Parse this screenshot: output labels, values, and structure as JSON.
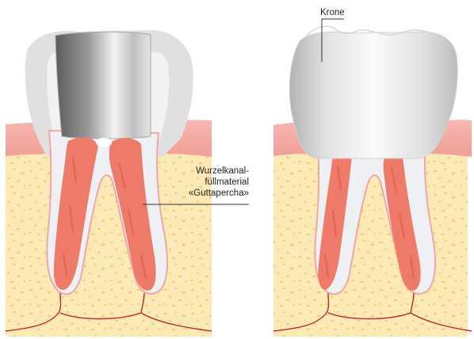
{
  "labels": {
    "crown": "Krone",
    "filling_line1": "Wurzelkanal-",
    "filling_line2": "füllmaterial",
    "filling_line3": "«Guttapercha»"
  },
  "colors": {
    "gum": "#f4a9a4",
    "bone": "#fbeab5",
    "bone_dots": "#f3cf7a",
    "tooth": "#eff0f2",
    "tooth_outline": "#f2a6a6",
    "root_filling": "#ee7a6a",
    "root_filling_dark": "#e25a4a",
    "nerve": "#c0262b",
    "post": "#8d8d8d",
    "crown": "#e6e6e6"
  }
}
